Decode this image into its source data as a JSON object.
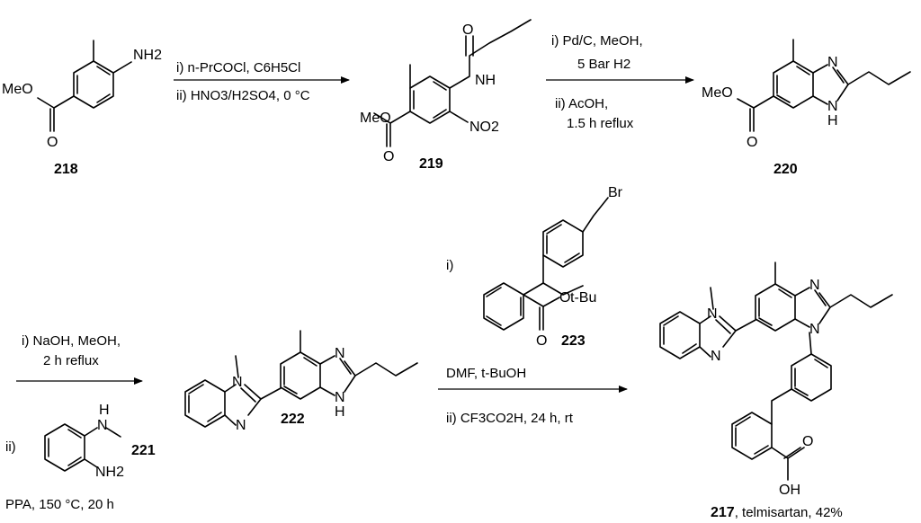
{
  "compounds": {
    "c218": {
      "number": "218",
      "nh2": "NH2",
      "ester": "MeO",
      "carbonyl_o": "O"
    },
    "c219": {
      "number": "219",
      "nh": "NH",
      "nitro": "NO2",
      "ester": "MeO",
      "carbonyl_o": "O",
      "amide_o": "O"
    },
    "c220": {
      "number": "220",
      "ester": "MeO",
      "carbonyl_o": "O",
      "n": "N",
      "nh": "N",
      "h": "H"
    },
    "c221": {
      "number": "221",
      "nh": "N",
      "h": "H",
      "nh2": "NH2"
    },
    "c222": {
      "number": "222",
      "n1": "N",
      "n2": "N",
      "n3": "N",
      "nh": "N",
      "h": "H"
    },
    "c223": {
      "number": "223",
      "br": "Br",
      "ester_o": "O",
      "tbu": "t-Bu",
      "carbonyl_o": "O"
    },
    "c217": {
      "number": "217",
      "name": ", telmisartan, 42%",
      "n1": "N",
      "n2": "N",
      "n3": "N",
      "n4": "N",
      "acid_o": "O",
      "oh": "OH"
    }
  },
  "steps": {
    "step1": {
      "line1": "i) n-PrCOCl, C6H5Cl",
      "line2": "ii) HNO3/H2SO4, 0 °C"
    },
    "step2": {
      "line1": "i) Pd/C, MeOH,",
      "line2": "5 Bar H2",
      "line3": "ii) AcOH,",
      "line4": "1.5 h reflux"
    },
    "step3": {
      "line1": "i) NaOH, MeOH,",
      "line2": "2 h reflux",
      "roman2": "ii)",
      "line3": "PPA, 150 °C, 20 h"
    },
    "step4": {
      "roman1": "i)",
      "line1": "DMF, t-BuOH",
      "line2": "ii) CF3CO2H, 24 h, rt"
    }
  }
}
